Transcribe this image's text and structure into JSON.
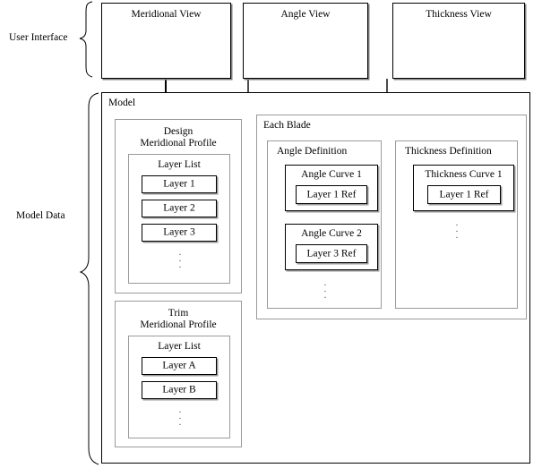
{
  "diagram": {
    "title_hidden": "",
    "groups": [
      {
        "name": "user-interface",
        "label": "User Interface"
      },
      {
        "name": "model-data",
        "label": "Model Data"
      }
    ],
    "views": [
      {
        "name": "meridional-view",
        "label": "Meridional View"
      },
      {
        "name": "angle-view",
        "label": "Angle View"
      },
      {
        "name": "thickness-view",
        "label": "Thickness View"
      }
    ],
    "model": {
      "label": "Model",
      "design_profile": {
        "label": "Design\nMeridional Profile",
        "layer_list": {
          "label": "Layer List",
          "items": [
            "Layer 1",
            "Layer 2",
            "Layer 3"
          ],
          "ellipsis": "⋮"
        }
      },
      "trim_profile": {
        "label": "Trim\nMeridional Profile",
        "layer_list": {
          "label": "Layer List",
          "items": [
            "Layer A",
            "Layer B"
          ],
          "ellipsis": "⋮"
        }
      },
      "each_blade": {
        "label": "Each Blade",
        "angle_definition": {
          "label": "Angle Definition",
          "curves": [
            {
              "label": "Angle Curve 1",
              "ref": "Layer 1 Ref"
            },
            {
              "label": "Angle Curve 2",
              "ref": "Layer 3 Ref"
            }
          ],
          "ellipsis": "⋮"
        },
        "thickness_definition": {
          "label": "Thickness Definition",
          "curves": [
            {
              "label": "Thickness Curve 1",
              "ref": "Layer 1 Ref"
            }
          ],
          "ellipsis": "⋮"
        }
      }
    },
    "colors": {
      "line": "#000000",
      "shadow": "#9a9a9a",
      "container_border": "#9a9a9a",
      "background": "#ffffff",
      "dots": "#555555"
    }
  }
}
